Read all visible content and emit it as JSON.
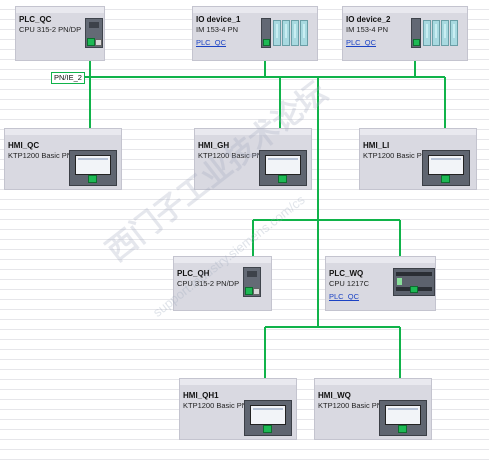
{
  "network": {
    "name": "PN/IE_2",
    "color": "#10b34a"
  },
  "devices": {
    "plc_qc": {
      "name": "PLC_QC",
      "type": "CPU 315-2 PN/DP"
    },
    "io_device_1": {
      "name": "IO device_1",
      "type": "IM 153-4 PN",
      "assigned": "PLC_QC"
    },
    "io_device_2": {
      "name": "IO device_2",
      "type": "IM 153-4 PN",
      "assigned": "PLC_QC"
    },
    "hmi_qc": {
      "name": "HMI_QC",
      "type": "KTP1200 Basic PN"
    },
    "hmi_gh": {
      "name": "HMI_GH",
      "type": "KTP1200 Basic PN"
    },
    "hmi_li": {
      "name": "HMI_LI",
      "type": "KTP1200 Basic PN"
    },
    "plc_qh": {
      "name": "PLC_QH",
      "type": "CPU 315-2 PN/DP"
    },
    "plc_wq": {
      "name": "PLC_WQ",
      "type": "CPU 1217C",
      "assigned": "PLC_QC"
    },
    "hmi_qh1": {
      "name": "HMI_QH1",
      "type": "KTP1200 Basic PN"
    },
    "hmi_wq": {
      "name": "HMI_WQ",
      "type": "KTP1200 Basic PN"
    }
  },
  "watermark": {
    "text": "西门子工业技术论坛",
    "subtext": "support.industry.siemens.com/cs"
  }
}
